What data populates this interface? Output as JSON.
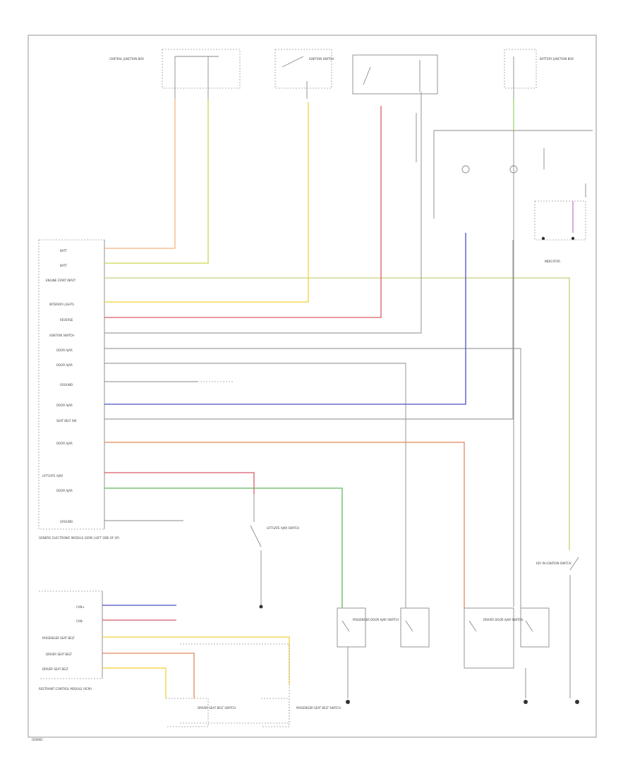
{
  "footer": {
    "code": "G00661"
  },
  "module_label": "GENERIC ELECTRONIC MODULE (GEM) (LEFT SIDE OF I/P)",
  "module_pins": [
    "BATT",
    "BATT",
    "ENGINE START INPUT",
    "INTERIOR LIGHTS",
    "REVERSE",
    "IGNITION SWITCH",
    "DOOR AJAR",
    "DOOR AJAR",
    "GROUND",
    "DOOR AJAR",
    "SEAT BELT SW",
    "DOOR AJAR",
    "LIFTGATE AJAR",
    "DOOR AJAR",
    "GROUND"
  ],
  "restraint_label": "RESTRAINT CONTROL MODULE (RCM)",
  "restraint_pins": [
    "CAN+",
    "CAN-",
    "PASSENGER SEAT BELT",
    "DRIVER SEAT BELT",
    "DRIVER SEAT BELT"
  ],
  "top_labels": {
    "left_fuse": "CENTRAL JUNCTION BOX",
    "ign_switch": "IGNITION SWITCH",
    "right_fuse": "BATTERY JUNCTION BOX"
  },
  "component_labels": {
    "liftgate_switch": "LIFTGATE AJAR SWITCH",
    "pass_door_switch": "PASSENGER DOOR AJAR SWITCH",
    "driver_door_switch": "DRIVER DOOR AJAR SWITCH",
    "pass_seat_belt": "PASSENGER SEAT BELT SWITCH",
    "driver_seat_belt": "DRIVER SEAT BELT SWITCH",
    "key_in_ignition": "KEY IN IGNITION SWITCH",
    "indicator": "INDICATOR"
  },
  "colors": {
    "orange": "#f7b27f",
    "yellow_green": "#cdd64f",
    "yellow": "#f2d13c",
    "red": "#d95b6a",
    "light_green": "#9ed96a",
    "blue": "#4a4fc0",
    "olive": "#c8cf7a",
    "salmon": "#e0885e",
    "green": "#5eb85e",
    "violet": "#c87ad0",
    "gray": "#8a8a8a"
  }
}
